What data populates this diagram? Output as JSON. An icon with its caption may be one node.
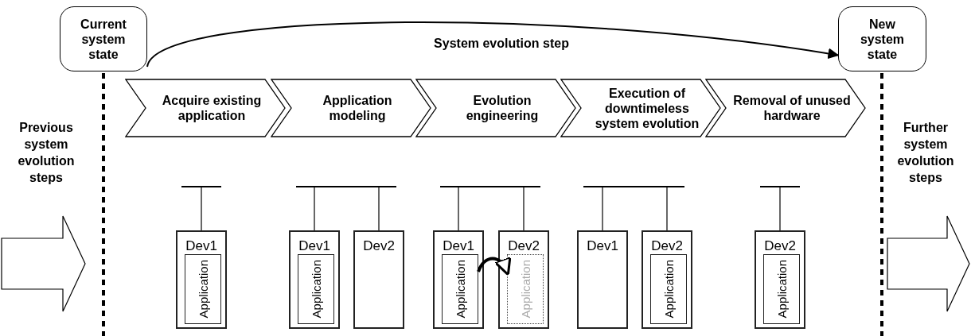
{
  "diagram": {
    "nodes": [
      {
        "text": [
          "Current system state"
        ]
      },
      {
        "text": [
          "New system state"
        ]
      },
      {
        "text": [
          "Acquire existing application"
        ]
      },
      {
        "text": [
          "Application modeling"
        ]
      },
      {
        "text": [
          "Evolution engineering"
        ]
      },
      {
        "text": [
          "Execution of downtimeless system evolution"
        ]
      },
      {
        "text": [
          "Removal of unused hardware"
        ]
      },
      {
        "text": [
          "Dev1"
        ]
      },
      {
        "text": [
          "Application"
        ],
        "in": 7
      },
      {
        "text": [
          "Dev1"
        ]
      },
      {
        "text": [
          "Application"
        ],
        "in": 9
      },
      {
        "text": [
          "Dev2"
        ]
      },
      {
        "text": [
          "Dev1"
        ]
      },
      {
        "text": [
          "Application"
        ],
        "in": 12
      },
      {
        "text": [
          "Dev2"
        ]
      },
      {
        "text": [
          "Application"
        ],
        "in": 14
      },
      {
        "text": [
          "Dev1"
        ]
      },
      {
        "text": [
          "Dev2"
        ]
      },
      {
        "text": [
          "Application"
        ],
        "in": 17
      },
      {
        "text": [
          "Dev2"
        ]
      },
      {
        "text": [
          "Application"
        ],
        "in": 19
      },
      {
        "text": [],
        "shape": "bar"
      },
      {
        "text": [],
        "shape": "bar"
      },
      {
        "text": [],
        "shape": "bar"
      },
      {
        "text": [],
        "shape": "bar"
      },
      {
        "text": [],
        "shape": "bar"
      }
    ],
    "edges": [
      {
        "from": 0,
        "to": 1,
        "arrow": "to",
        "label": "System evolution step"
      },
      {
        "from": 13,
        "to": 15,
        "arrow": "to",
        "style": "thick"
      },
      {
        "from": 21,
        "to": 7,
        "arrow": "none"
      },
      {
        "from": 22,
        "to": 9,
        "arrow": "none"
      },
      {
        "from": 22,
        "to": 11,
        "arrow": "none"
      },
      {
        "from": 23,
        "to": 12,
        "arrow": "none"
      },
      {
        "from": 23,
        "to": 14,
        "arrow": "none"
      },
      {
        "from": 24,
        "to": 16,
        "arrow": "none"
      },
      {
        "from": 24,
        "to": 17,
        "arrow": "none"
      },
      {
        "from": 25,
        "to": 19,
        "arrow": "none"
      }
    ],
    "labels": [
      "Previous system evolution steps",
      "Further system evolution steps"
    ]
  }
}
